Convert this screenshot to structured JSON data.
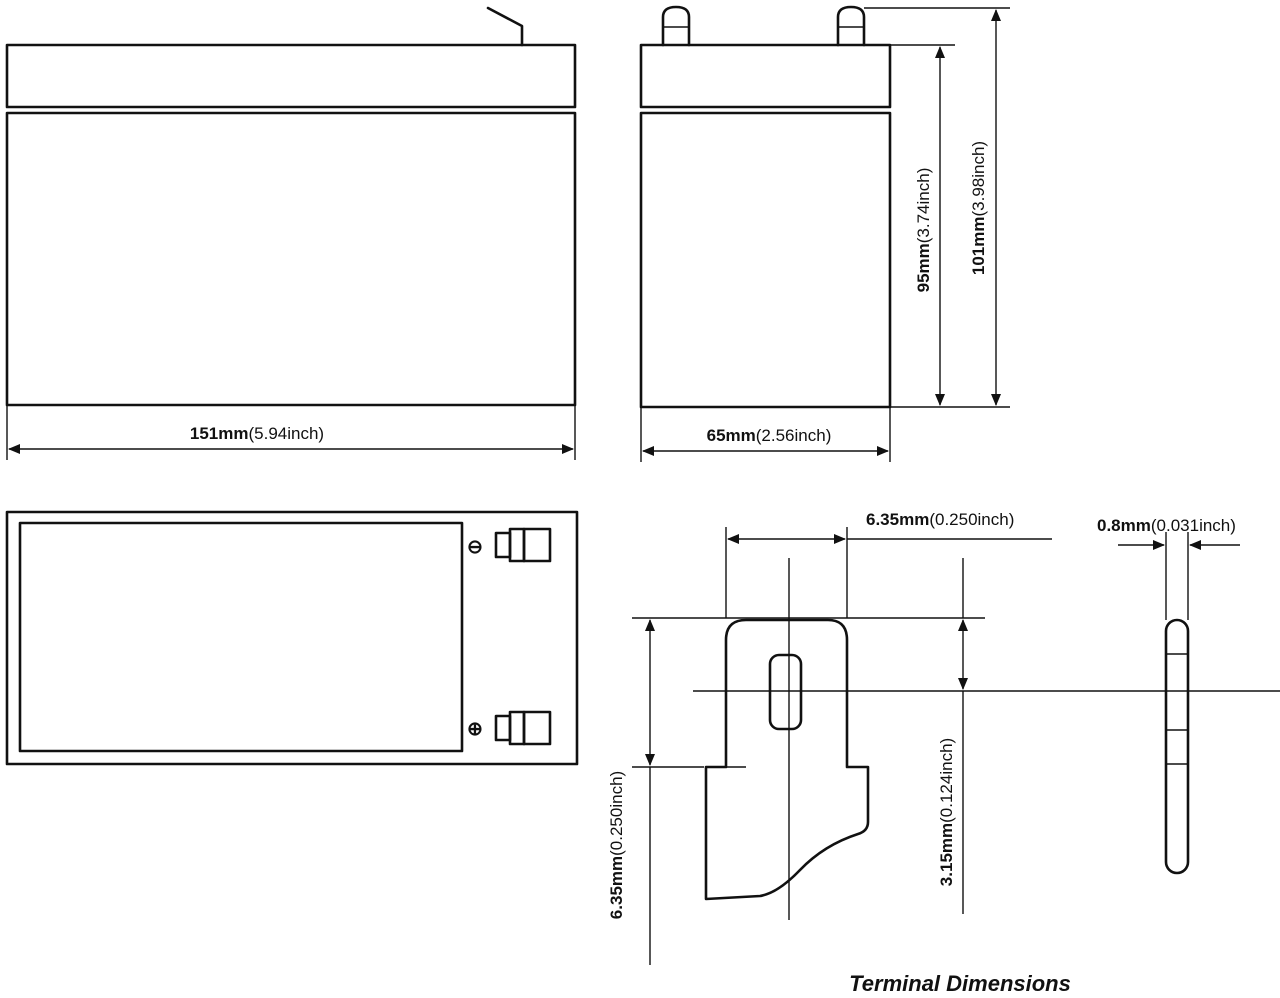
{
  "dimensions": {
    "length": {
      "value": "151mm",
      "alt": "(5.94inch)"
    },
    "width": {
      "value": "65mm",
      "alt": "(2.56inch)"
    },
    "case_height": {
      "value": "95mm",
      "alt": "(3.74inch)"
    },
    "total_height": {
      "value": "101mm",
      "alt": "(3.98inch)"
    },
    "terminal_width": {
      "value": "6.35mm",
      "alt": "(0.250inch)"
    },
    "terminal_thickness": {
      "value": "0.8mm",
      "alt": "(0.031inch)"
    },
    "terminal_height": {
      "value": "6.35mm",
      "alt": "(0.250inch)"
    },
    "hole_offset": {
      "value": "3.15mm",
      "alt": "(0.124inch)"
    }
  },
  "terminals": {
    "negative_symbol": "⊖",
    "positive_symbol": "⊕"
  },
  "caption": "Terminal Dimensions",
  "colors": {
    "line": "#111111",
    "background": "#ffffff"
  }
}
